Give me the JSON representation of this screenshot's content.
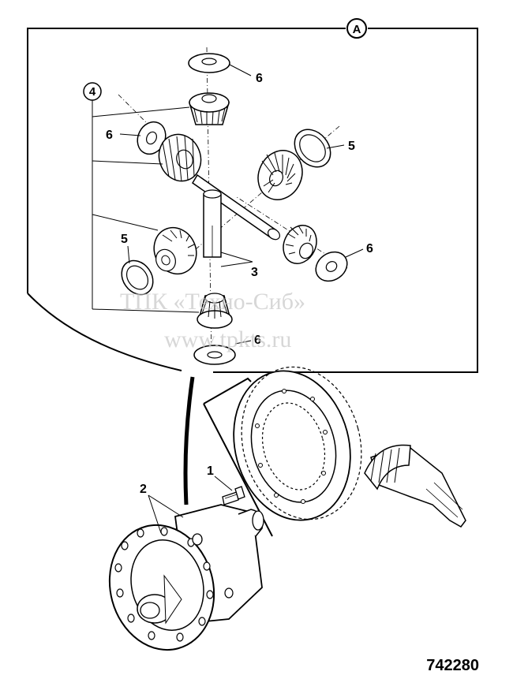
{
  "detail_marker": "A",
  "callouts": {
    "bolt": "1",
    "housing": "2",
    "cross_shaft": "3",
    "pinion_group": "4",
    "thrust_washer_upper_right": "5",
    "thrust_washer_left": "5",
    "washer_top": "6",
    "washer_left": "6",
    "washer_right": "6",
    "washer_bottom": "6"
  },
  "watermark": {
    "line1": "ТПК «Техно-Сиб»",
    "line2": "www.tpkts.ru"
  },
  "figure_number": "742280"
}
